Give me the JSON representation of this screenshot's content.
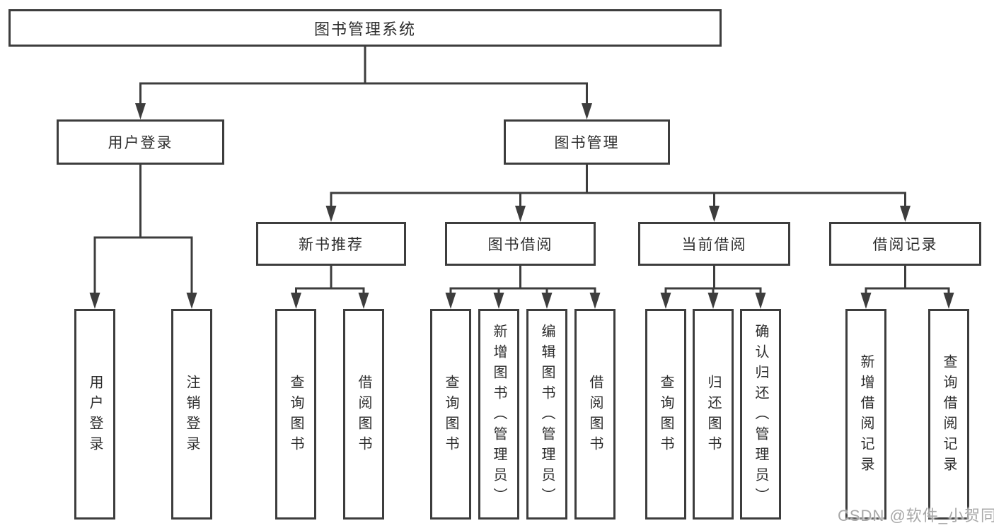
{
  "tree": {
    "root": "图书管理系统",
    "branches": [
      {
        "label": "用户登录",
        "children": [
          "用户登录",
          "注销登录"
        ]
      },
      {
        "label": "图书管理",
        "children": [
          {
            "label": "新书推荐",
            "children": [
              "查询图书",
              "借阅图书"
            ]
          },
          {
            "label": "图书借阅",
            "children": [
              "查询图书",
              "新增图书（管理员）",
              "编辑图书（管理员）",
              "借阅图书"
            ]
          },
          {
            "label": "当前借阅",
            "children": [
              "查询图书",
              "归还图书",
              "确认归还（管理员）"
            ]
          },
          {
            "label": "借阅记录",
            "children": [
              "新增借阅记录",
              "查询借阅记录"
            ]
          }
        ]
      }
    ]
  },
  "watermark": "CSDN @软件_小贺同学",
  "colors": {
    "line": "#3d3d3d",
    "text": "#2d2d2d",
    "watermark": "#a8a8a8",
    "background": "#ffffff"
  }
}
